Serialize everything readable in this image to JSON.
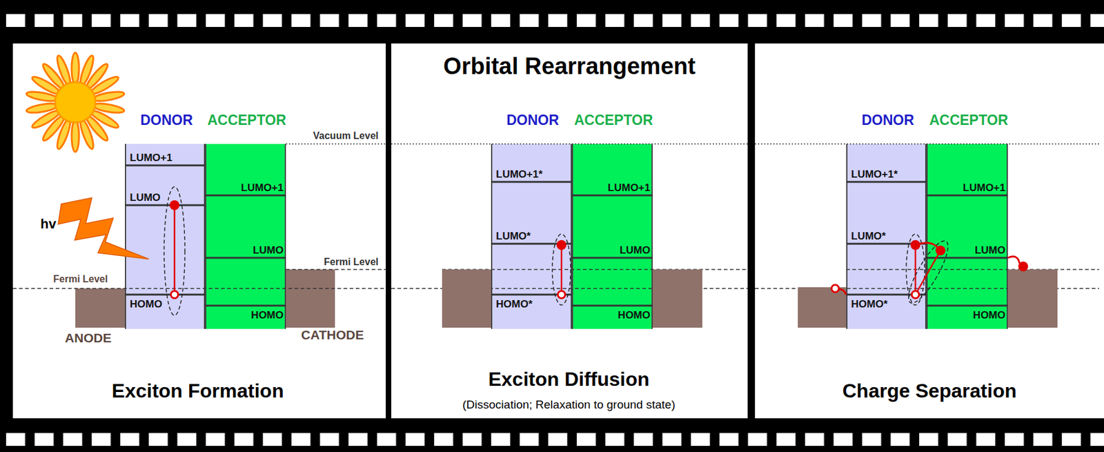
{
  "diagram": {
    "title": "Orbital Rearrangement",
    "nodes": [
      {
        "text": [
          "Exciton Formation"
        ]
      },
      {
        "text": [
          "DONOR",
          "LUMO+1",
          "LUMO",
          "HOMO"
        ],
        "in": 0
      },
      {
        "text": [
          "ACCEPTOR",
          "LUMO+1",
          "LUMO",
          "HOMO"
        ],
        "in": 0
      },
      {
        "text": [
          "ANODE"
        ],
        "in": 0
      },
      {
        "text": [
          "CATHODE"
        ],
        "in": 0
      },
      {
        "text": [
          "Exciton Diffusion",
          "(Dissociation; Relaxation to ground state)"
        ]
      },
      {
        "text": [
          "DONOR",
          "LUMO+1*",
          "LUMO*",
          "HOMO*"
        ],
        "in": 5
      },
      {
        "text": [
          "ACCEPTOR",
          "LUMO+1",
          "LUMO",
          "HOMO"
        ],
        "in": 5
      },
      {
        "text": [
          "Charge Separation"
        ]
      },
      {
        "text": [
          "DONOR",
          "LUMO+1*",
          "LUMO*",
          "HOMO*"
        ],
        "in": 8
      },
      {
        "text": [
          "ACCEPTOR",
          "LUMO+1",
          "LUMO",
          "HOMO"
        ],
        "in": 8
      }
    ],
    "labels": [
      "hv",
      "Vacuum Level",
      "Fermi Level",
      "Fermi Level"
    ]
  }
}
